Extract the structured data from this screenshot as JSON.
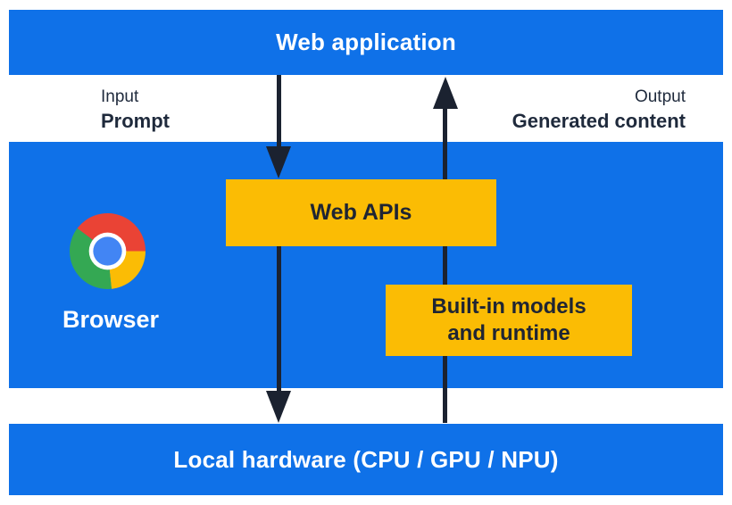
{
  "colors": {
    "layer_blue": "#0F71E8",
    "box_yellow": "#FBBC04",
    "text_navy": "#1F2A3C",
    "arrow_dark": "#1B2230",
    "chrome_red": "#EA4335",
    "chrome_yellow": "#FBBC05",
    "chrome_green": "#34A853",
    "chrome_blue": "#4285F4"
  },
  "layers": {
    "web_application": {
      "label": "Web application"
    },
    "browser": {
      "label": "Browser",
      "web_apis_label": "Web APIs",
      "builtin_models_line1": "Built-in models",
      "builtin_models_line2": "and runtime"
    },
    "local_hardware": {
      "label": "Local hardware (CPU / GPU / NPU)"
    }
  },
  "io": {
    "input": {
      "caption": "Input",
      "value": "Prompt"
    },
    "output": {
      "caption": "Output",
      "value": "Generated content"
    }
  },
  "icons": {
    "chrome_logo": "chrome-browser-logo",
    "down_arrow": "downward-flow-arrow",
    "up_arrow": "upward-flow-arrow"
  }
}
